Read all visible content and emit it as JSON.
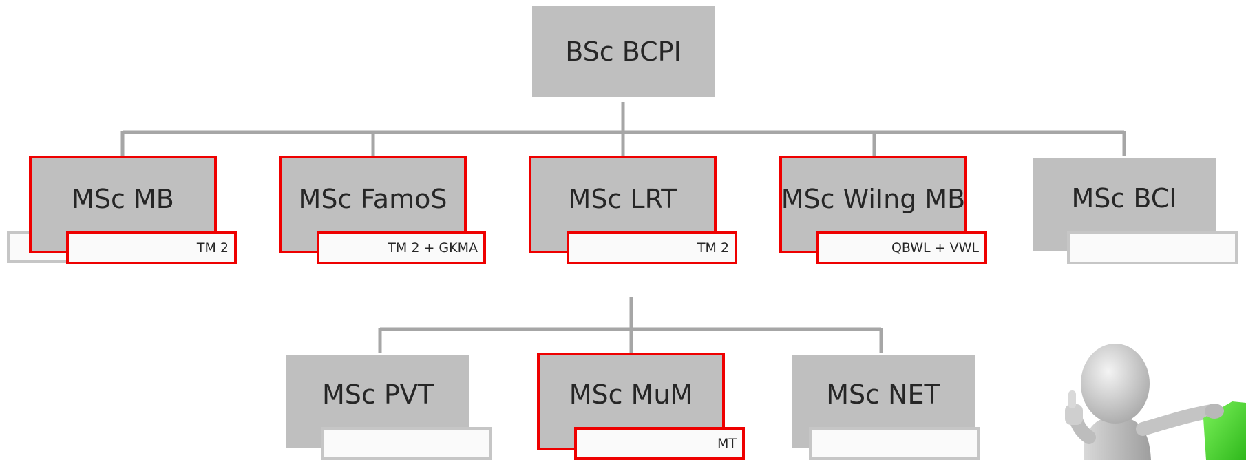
{
  "colors": {
    "box_fill": "#bfbfbf",
    "highlight": "#ee0000",
    "connector": "#a6a6a6",
    "tag_border_plain": "#c6c6c6"
  },
  "root": {
    "label": "BSc BCPI"
  },
  "level1": [
    {
      "label": "MSc MB",
      "tag": "TM 2",
      "highlighted": true
    },
    {
      "label": "MSc FamoS",
      "tag": "TM 2 + GKMA",
      "highlighted": true
    },
    {
      "label": "MSc LRT",
      "tag": "TM 2",
      "highlighted": true
    },
    {
      "label": "MSc WiIng MB",
      "tag": "QBWL + VWL",
      "highlighted": true
    },
    {
      "label": "MSc BCI",
      "tag": "",
      "highlighted": false
    }
  ],
  "level2": [
    {
      "label": "MSc PVT",
      "tag": "",
      "highlighted": false
    },
    {
      "label": "MSc MuM",
      "tag": "MT",
      "highlighted": true
    },
    {
      "label": "MSc NET",
      "tag": "",
      "highlighted": false
    }
  ],
  "mascot": {
    "description_icon": "thumbs-up-figure-icon"
  }
}
